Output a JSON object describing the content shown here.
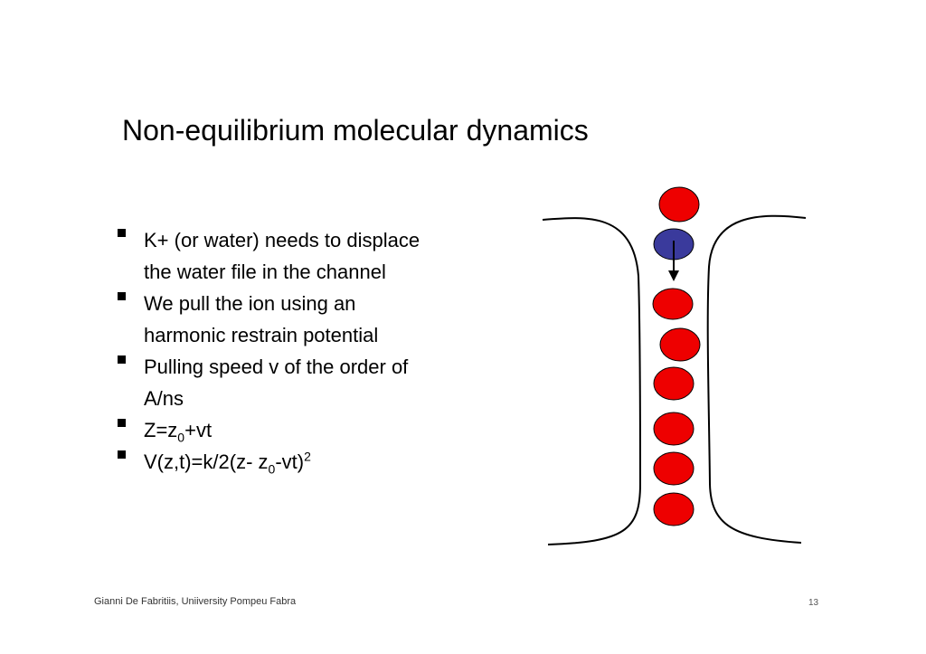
{
  "slide": {
    "title": "Non-equilibrium molecular dynamics",
    "bullets": [
      {
        "lines": [
          "K+ (or water) needs to displace",
          "the water file in the channel"
        ]
      },
      {
        "lines": [
          "We pull the ion using an",
          "harmonic restrain potential"
        ]
      },
      {
        "lines": [
          "Pulling speed v of the order of",
          "A/ns"
        ]
      },
      {
        "eq1": {
          "a": "Z=z",
          "sub": "0",
          "b": "+vt"
        }
      },
      {
        "eq2": {
          "a": "V(z,t)=k/2(z- z",
          "sub": "0",
          "b": "-vt)",
          "sup": "2"
        }
      }
    ]
  },
  "footer": {
    "author": "Gianni De Fabritiis, Uniiversity Pompeu Fabra",
    "page_number": "13"
  },
  "diagram": {
    "water_color": "#ee0000",
    "ion_color": "#3a3a9c",
    "molecules": [
      "water",
      "ion",
      "water",
      "water",
      "water",
      "water",
      "water",
      "water"
    ]
  }
}
